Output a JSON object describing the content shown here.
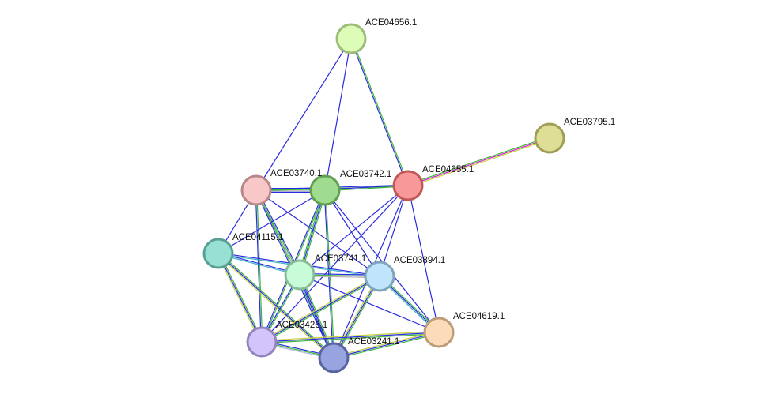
{
  "nodes": [
    {
      "id": "ACE04656.1",
      "label": "ACE04656.1",
      "fill": "#dcfcb8",
      "stroke": "#9cbc78"
    },
    {
      "id": "ACE03795.1",
      "label": "ACE03795.1",
      "fill": "#dede96",
      "stroke": "#9e9e56"
    },
    {
      "id": "ACE03740.1",
      "label": "ACE03740.1",
      "fill": "#f8c8c8",
      "stroke": "#b88888"
    },
    {
      "id": "ACE03742.1",
      "label": "ACE03742.1",
      "fill": "#a0dc90",
      "stroke": "#60a050"
    },
    {
      "id": "ACE04655.1",
      "label": "ACE04655.1",
      "fill": "#f89898",
      "stroke": "#c05858"
    },
    {
      "id": "ACE04115.1",
      "label": "ACE04115.1",
      "fill": "#98e0d4",
      "stroke": "#58a094"
    },
    {
      "id": "ACE03741.1",
      "label": "ACE03741.1",
      "fill": "#c8fcd8",
      "stroke": "#88bc98"
    },
    {
      "id": "ACE03894.1",
      "label": "ACE03894.1",
      "fill": "#c0e4fc",
      "stroke": "#80a4bc"
    },
    {
      "id": "ACE04619.1",
      "label": "ACE04619.1",
      "fill": "#fcdcb8",
      "stroke": "#bc9c78"
    },
    {
      "id": "ACE03426.1",
      "label": "ACE03426.1",
      "fill": "#d4c4fc",
      "stroke": "#9484bc"
    },
    {
      "id": "ACE03241.1",
      "label": "ACE03241.1",
      "fill": "#98a4e0",
      "stroke": "#5864a0"
    }
  ],
  "edges": [
    {
      "source": "ACE04656.1",
      "target": "ACE03740.1",
      "colors": [
        "#2b2be0"
      ]
    },
    {
      "source": "ACE04656.1",
      "target": "ACE03742.1",
      "colors": [
        "#2b2be0"
      ]
    },
    {
      "source": "ACE04656.1",
      "target": "ACE04655.1",
      "colors": [
        "#3db83d",
        "#2b2be0"
      ]
    },
    {
      "source": "ACE04655.1",
      "target": "ACE03795.1",
      "colors": [
        "#3db83d",
        "#d21ed2",
        "#c8d23c"
      ]
    },
    {
      "source": "ACE03740.1",
      "target": "ACE03742.1",
      "colors": [
        "#2b2be0",
        "#3db83d",
        "#b4b4b4",
        "#2b2be0"
      ]
    },
    {
      "source": "ACE03740.1",
      "target": "ACE04655.1",
      "colors": [
        "#2b2be0",
        "#3db83d"
      ]
    },
    {
      "source": "ACE03742.1",
      "target": "ACE04655.1",
      "colors": [
        "#2b2be0",
        "#3db83d"
      ]
    },
    {
      "source": "ACE03740.1",
      "target": "ACE04115.1",
      "colors": [
        "#2b2be0"
      ]
    },
    {
      "source": "ACE03740.1",
      "target": "ACE03741.1",
      "colors": [
        "#2b2be0",
        "#3db83d",
        "#b4b4b4"
      ]
    },
    {
      "source": "ACE03740.1",
      "target": "ACE03894.1",
      "colors": [
        "#2b2be0"
      ]
    },
    {
      "source": "ACE03740.1",
      "target": "ACE03426.1",
      "colors": [
        "#3db83d",
        "#2b2be0"
      ]
    },
    {
      "source": "ACE03740.1",
      "target": "ACE03241.1",
      "colors": [
        "#3db83d",
        "#2b2be0"
      ]
    },
    {
      "source": "ACE03742.1",
      "target": "ACE04115.1",
      "colors": [
        "#2b2be0"
      ]
    },
    {
      "source": "ACE03742.1",
      "target": "ACE03741.1",
      "colors": [
        "#3db83d",
        "#2b2be0",
        "#3db83d"
      ]
    },
    {
      "source": "ACE03742.1",
      "target": "ACE03894.1",
      "colors": [
        "#2b2be0"
      ]
    },
    {
      "source": "ACE03742.1",
      "target": "ACE04619.1",
      "colors": [
        "#2b2be0"
      ]
    },
    {
      "source": "ACE03742.1",
      "target": "ACE03426.1",
      "colors": [
        "#3db83d",
        "#2b2be0"
      ]
    },
    {
      "source": "ACE03742.1",
      "target": "ACE03241.1",
      "colors": [
        "#3db83d",
        "#2b2be0"
      ]
    },
    {
      "source": "ACE04655.1",
      "target": "ACE03741.1",
      "colors": [
        "#2b2be0"
      ]
    },
    {
      "source": "ACE04655.1",
      "target": "ACE03894.1",
      "colors": [
        "#2b2be0"
      ]
    },
    {
      "source": "ACE04655.1",
      "target": "ACE04619.1",
      "colors": [
        "#2b2be0"
      ]
    },
    {
      "source": "ACE04655.1",
      "target": "ACE03426.1",
      "colors": [
        "#2b2be0"
      ]
    },
    {
      "source": "ACE04655.1",
      "target": "ACE03241.1",
      "colors": [
        "#2b2be0"
      ]
    },
    {
      "source": "ACE04115.1",
      "target": "ACE03741.1",
      "colors": [
        "#2b2be0",
        "#3cb4c8"
      ]
    },
    {
      "source": "ACE04115.1",
      "target": "ACE03894.1",
      "colors": [
        "#2b2be0",
        "#3cb4c8"
      ]
    },
    {
      "source": "ACE04115.1",
      "target": "ACE03426.1",
      "colors": [
        "#3db83d",
        "#2b2be0",
        "#c8d23c"
      ]
    },
    {
      "source": "ACE04115.1",
      "target": "ACE03241.1",
      "colors": [
        "#3db83d",
        "#2b2be0",
        "#c8d23c"
      ]
    },
    {
      "source": "ACE03741.1",
      "target": "ACE03894.1",
      "colors": [
        "#2b2be0",
        "#3db83d",
        "#b4b4b4"
      ]
    },
    {
      "source": "ACE03741.1",
      "target": "ACE04619.1",
      "colors": [
        "#2b2be0"
      ]
    },
    {
      "source": "ACE03741.1",
      "target": "ACE03426.1",
      "colors": [
        "#3db83d",
        "#2b2be0"
      ]
    },
    {
      "source": "ACE03741.1",
      "target": "ACE03241.1",
      "colors": [
        "#3db83d",
        "#2b2be0",
        "#2b2be0"
      ]
    },
    {
      "source": "ACE03894.1",
      "target": "ACE04619.1",
      "colors": [
        "#3db83d",
        "#2b2be0",
        "#3cb4c8"
      ]
    },
    {
      "source": "ACE03894.1",
      "target": "ACE03426.1",
      "colors": [
        "#3db83d",
        "#2b2be0",
        "#c8d23c"
      ]
    },
    {
      "source": "ACE03894.1",
      "target": "ACE03241.1",
      "colors": [
        "#3db83d",
        "#2b2be0",
        "#c8d23c"
      ]
    },
    {
      "source": "ACE04619.1",
      "target": "ACE03426.1",
      "colors": [
        "#3db83d",
        "#2b2be0",
        "#c8d23c"
      ]
    },
    {
      "source": "ACE04619.1",
      "target": "ACE03241.1",
      "colors": [
        "#3db83d",
        "#2b2be0",
        "#c8d23c"
      ]
    },
    {
      "source": "ACE03426.1",
      "target": "ACE03241.1",
      "colors": [
        "#2b2be0",
        "#3db83d",
        "#b4b4e6"
      ]
    }
  ]
}
